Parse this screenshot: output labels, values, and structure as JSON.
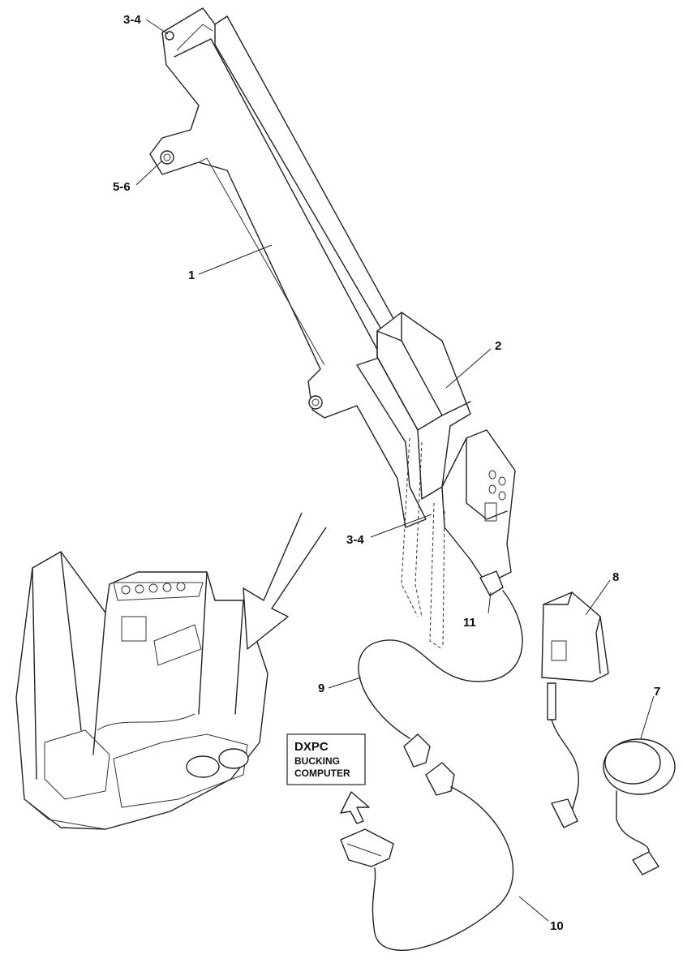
{
  "callouts": {
    "c1": "1",
    "c2": "2",
    "c34_top": "3-4",
    "c34_mid": "3-4",
    "c56": "5-6",
    "c7": "7",
    "c8": "8",
    "c9": "9",
    "c10": "10",
    "c11": "11"
  },
  "label_box": {
    "line1": "DXPC",
    "line2": "BUCKING",
    "line3": "COMPUTER"
  }
}
